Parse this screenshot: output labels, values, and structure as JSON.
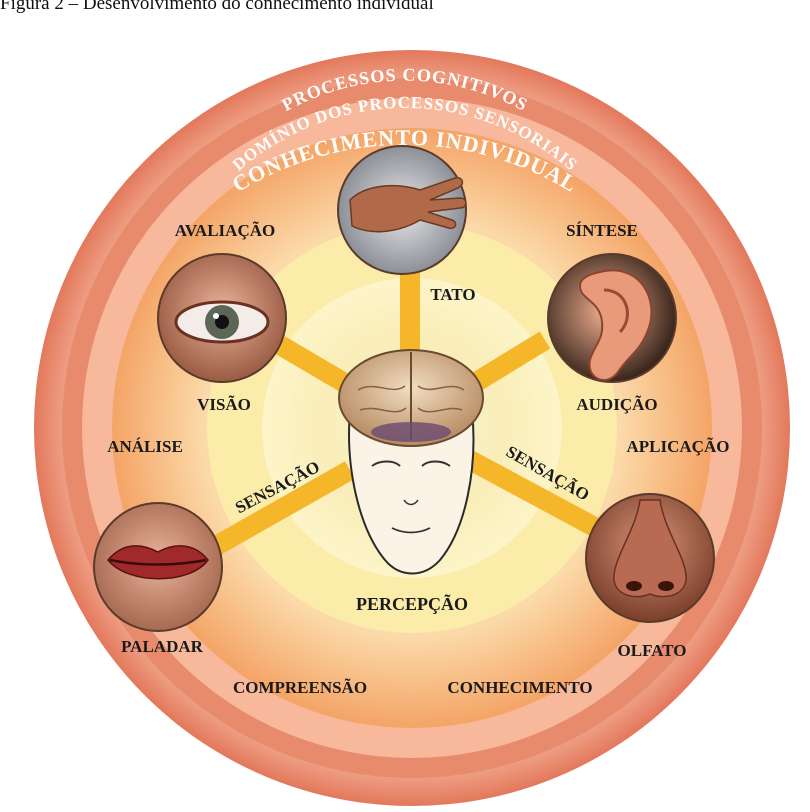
{
  "caption": "Figura 2 – Desenvolvimento do conhecimento individual",
  "rings": {
    "outer": "CONHECIMENTO INDIVIDUAL",
    "middle": "PROCESSOS COGNITIVOS",
    "inner": "DOMÍNIO DOS PROCESSOS SENSORIAIS"
  },
  "cognitive_steps": {
    "avaliacao": "AVALIAÇÃO",
    "sintese": "SÍNTESE",
    "analise": "ANÁLISE",
    "aplicacao": "APLICAÇÃO",
    "compreensao": "COMPREENSÃO",
    "conhecimento": "CONHECIMENTO"
  },
  "senses": {
    "tato": "TATO",
    "visao": "VISÃO",
    "audicao": "AUDIÇÃO",
    "paladar": "PALADAR",
    "olfato": "OLFATO"
  },
  "spokes": {
    "sensacao_left": "SENSAÇÃO",
    "sensacao_right": "SENSAÇÃO"
  },
  "center": {
    "percepcao": "PERCEPÇÃO"
  },
  "colors": {
    "outer_ring": "#e8846a",
    "middle_ring": "#f5a98a",
    "inner_ring": "#f8c08a",
    "core_light": "#fdf1c0",
    "core_center": "#f7f0cf",
    "spoke": "#f7b92a"
  }
}
